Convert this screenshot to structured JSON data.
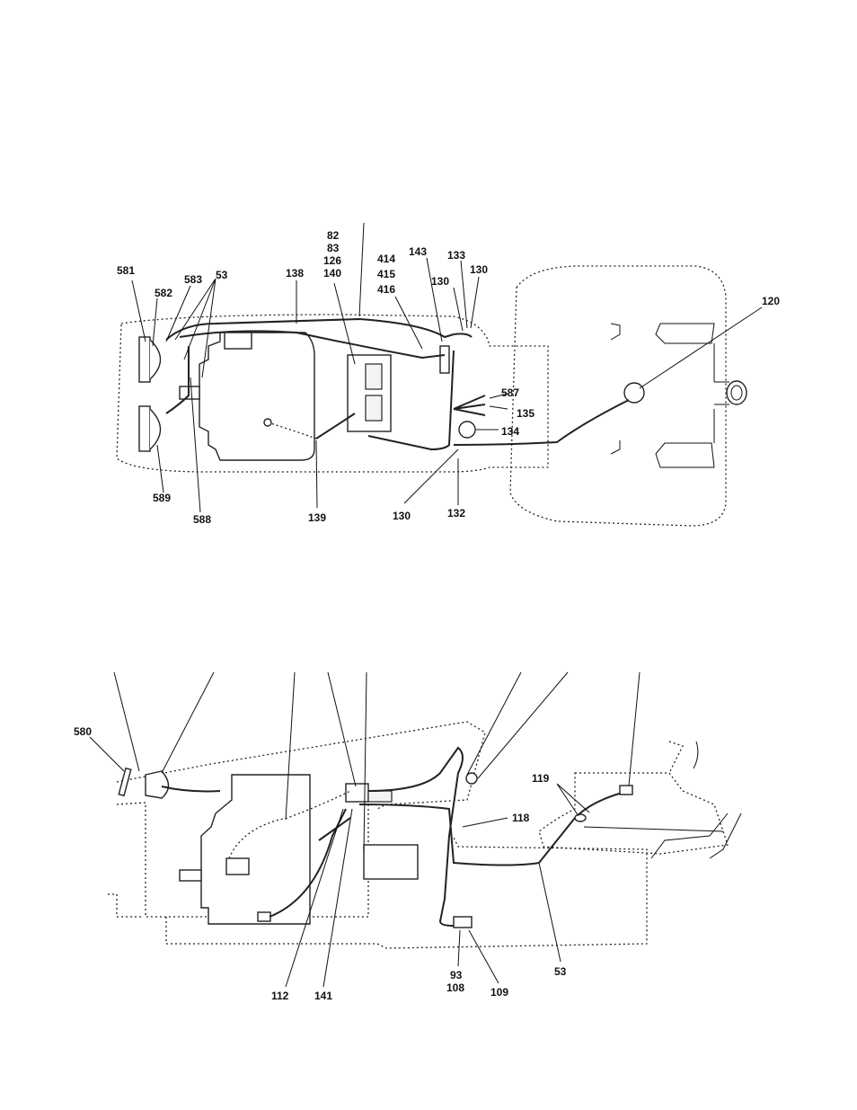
{
  "top_view": {
    "labels": {
      "l82": "82",
      "l83": "83",
      "l126": "126",
      "l140": "140",
      "l414": "414",
      "l415": "415",
      "l416": "416",
      "l143": "143",
      "l133": "133",
      "l130a": "130",
      "l130b": "130",
      "l581": "581",
      "l583": "583",
      "l53": "53",
      "l582": "582",
      "l138": "138",
      "l120": "120",
      "l587": "587",
      "l135": "135",
      "l134": "134",
      "l589": "589",
      "l588": "588",
      "l139": "139",
      "l130c": "130",
      "l132": "132"
    }
  },
  "side_view": {
    "labels": {
      "l580": "580",
      "l119": "119",
      "l118": "118",
      "l112": "112",
      "l141": "141",
      "l93": "93",
      "l108": "108",
      "l109": "109",
      "l53": "53"
    }
  }
}
